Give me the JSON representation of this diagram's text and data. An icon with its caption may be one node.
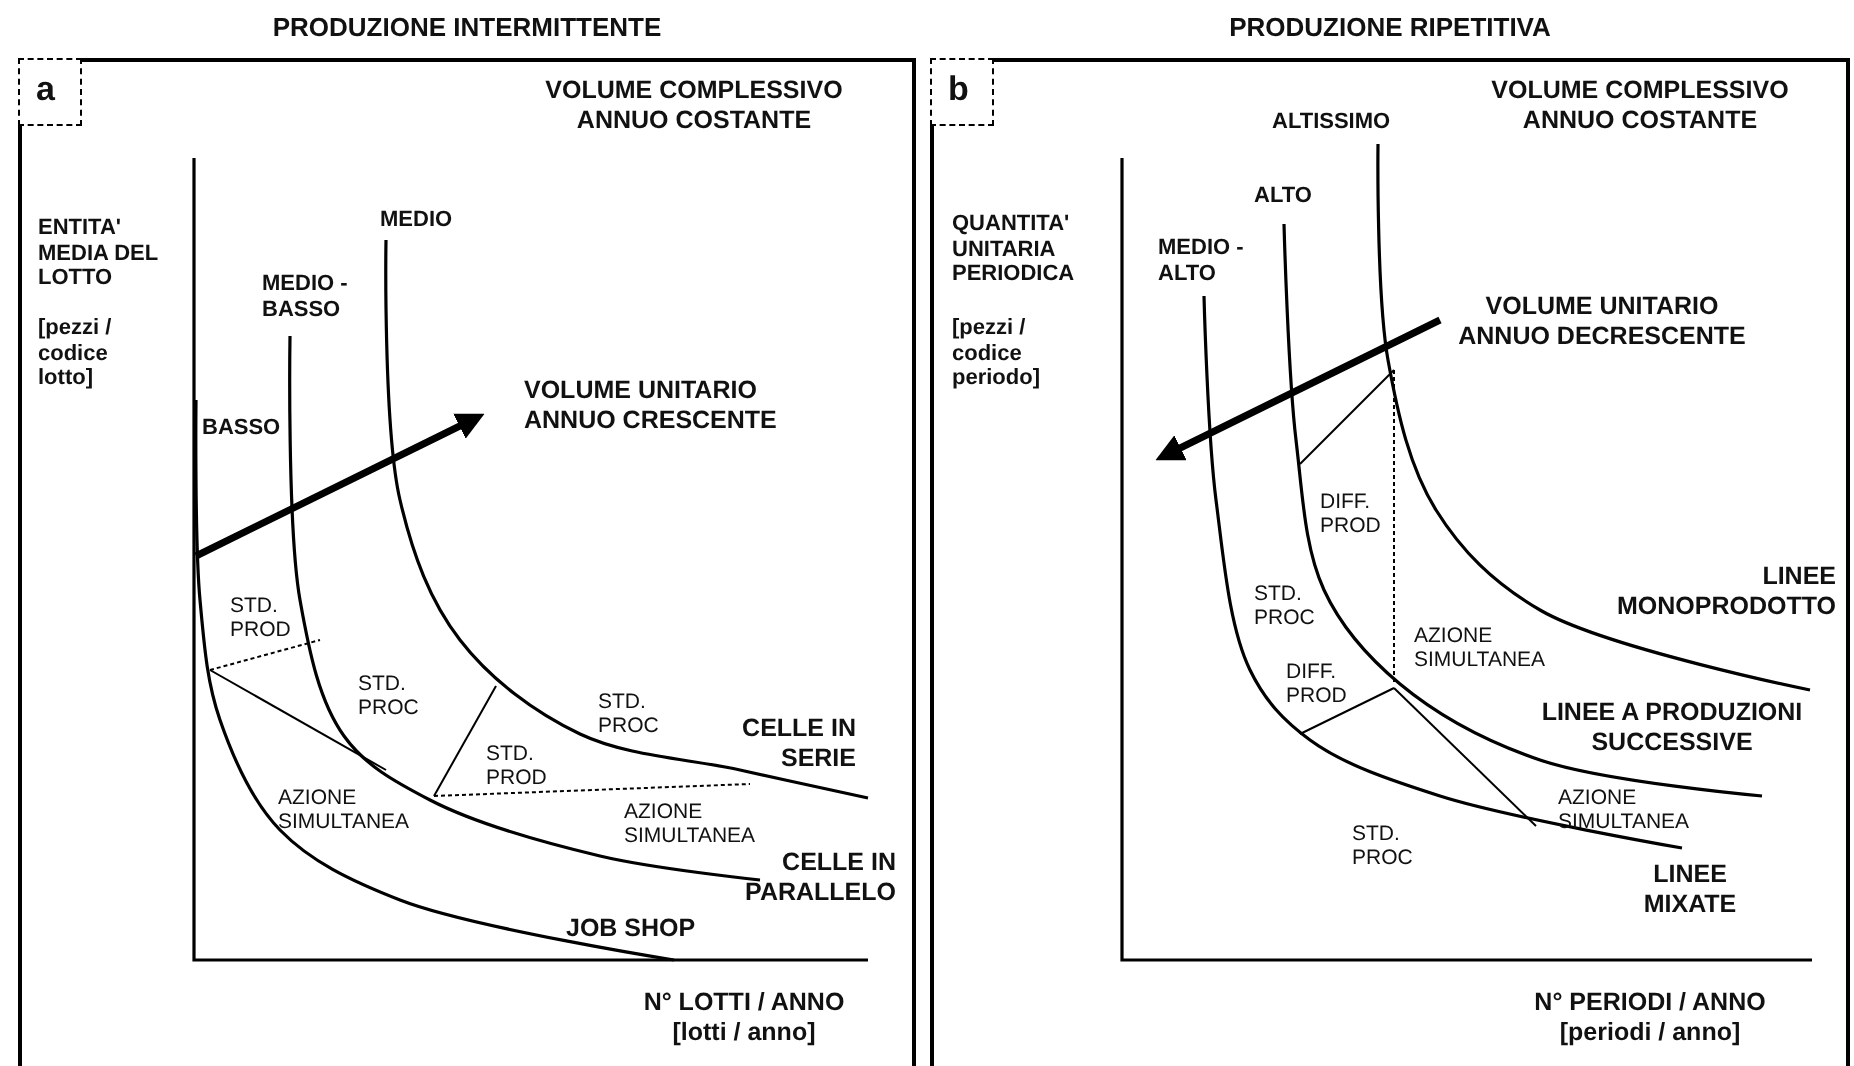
{
  "diagram": {
    "nodes": [
      {
        "text": [
          "PRODUZIONE INTERMITTENTE"
        ]
      },
      {
        "text": [
          "a"
        ],
        "in": 0
      },
      {
        "text": [
          "PRODUZIONE RIPETITIVA"
        ]
      },
      {
        "text": [
          "b"
        ],
        "in": 2
      }
    ],
    "labels": [
      "VOLUME COMPLESSIVO ANNUO COSTANTE",
      "MEDIO",
      "ENTITA' MEDIA DEL LOTTO",
      "MEDIO - BASSO",
      "[pezzi / codice lotto]",
      "VOLUME UNITARIO ANNUO CRESCENTE",
      "BASSO",
      "STD. PROD",
      "STD. PROC",
      "STD. PROC",
      "STD. PROD",
      "CELLE IN SERIE",
      "AZIONE SIMULTANEA",
      "AZIONE SIMULTANEA",
      "CELLE IN PARALLELO",
      "JOB SHOP",
      "N° LOTTI / ANNO [lotti / anno]",
      "ALTISSIMO",
      "VOLUME COMPLESSIVO ANNUO COSTANTE",
      "ALTO",
      "QUANTITA' UNITARIA PERIODICA",
      "MEDIO - ALTO",
      "VOLUME UNITARIO ANNUO DECRESCENTE",
      "[pezzi / codice periodo]",
      "DIFF. PROD",
      "STD. PROC",
      "LINEE MONOPRODOTTO",
      "AZIONE SIMULTANEA",
      "DIFF. PROD",
      "LINEE A PRODUZIONI SUCCESSIVE",
      "AZIONE SIMULTANEA",
      "STD. PROC",
      "LINEE MIXATE",
      "N° PERIODI / ANNO [periodi / anno]"
    ]
  }
}
